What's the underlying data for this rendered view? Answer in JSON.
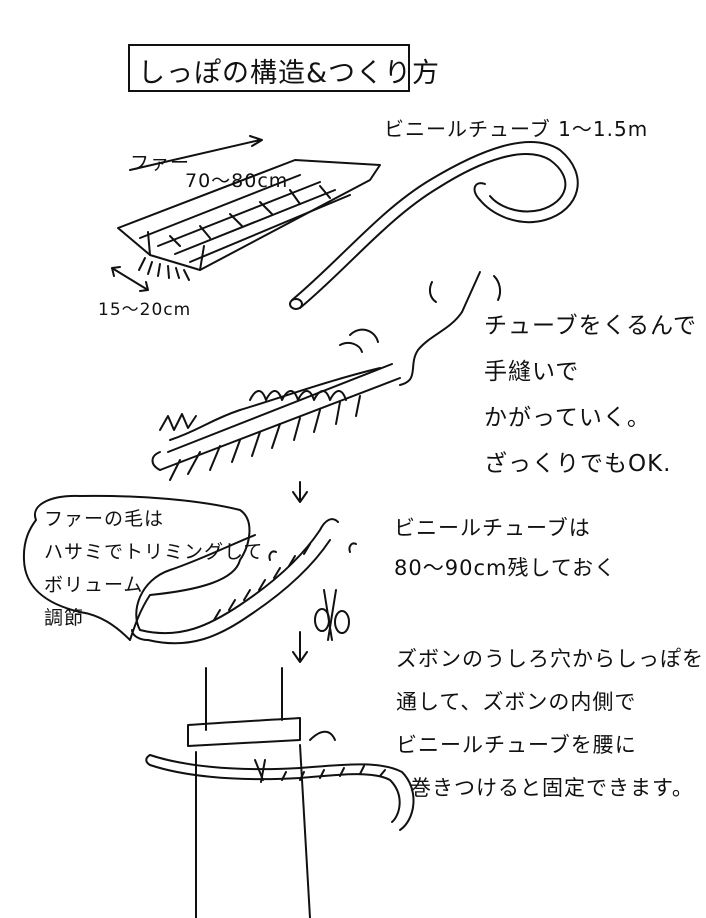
{
  "title": "しっぽの構造&つくり方",
  "fur_label": "ファー",
  "fur_length_label": "70〜80cm",
  "fur_width_label": "15〜20cm",
  "tube_label": "ビニールチューブ 1〜1.5m",
  "step1_lines": [
    "チューブをくるんで",
    "手縫いで",
    "かがっていく。",
    "ざっくりでもOK."
  ],
  "bubble_lines": [
    "ファーの毛は",
    "ハサミでトリミングして",
    "ボリューム",
    "調節"
  ],
  "note2_lines": [
    "ビニールチューブは",
    "80〜90cm残しておく"
  ],
  "step3_lines": [
    "ズボンのうしろ穴からしっぽを",
    "通して、ズボンの内側で",
    "ビニールチューブを腰に",
    "巻きつけると固定できます。"
  ],
  "colors": {
    "ink": "#111111",
    "paper": "#ffffff"
  }
}
